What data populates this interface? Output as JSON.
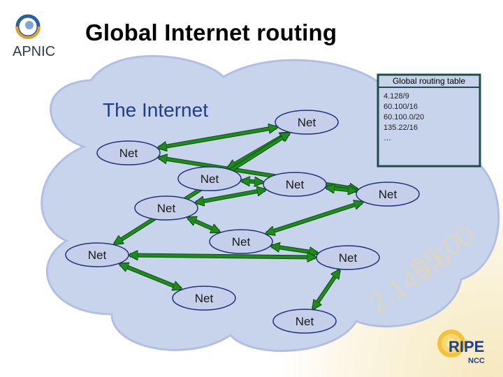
{
  "title": "Global Internet routing",
  "internet_label": "The Internet",
  "routing_table": {
    "title": "Global routing table",
    "entries": [
      "4.128/9",
      "60.100/16",
      "60.100.0/20",
      "135.22/16",
      "…"
    ]
  },
  "nets": [
    {
      "id": "n1",
      "label": "Net"
    },
    {
      "id": "n2",
      "label": "Net"
    },
    {
      "id": "n3",
      "label": "Net"
    },
    {
      "id": "n4",
      "label": "Net"
    },
    {
      "id": "n5",
      "label": "Net"
    },
    {
      "id": "n6",
      "label": "Net"
    },
    {
      "id": "n7",
      "label": "Net"
    },
    {
      "id": "n8",
      "label": "Net"
    },
    {
      "id": "n9",
      "label": "Net"
    },
    {
      "id": "n10",
      "label": "Net"
    },
    {
      "id": "n11",
      "label": "Net"
    }
  ],
  "links": [
    [
      "n2",
      "n1"
    ],
    [
      "n1",
      "n6"
    ],
    [
      "n2",
      "n3"
    ],
    [
      "n3",
      "n5"
    ],
    [
      "n2",
      "n8"
    ],
    [
      "n4",
      "n5"
    ],
    [
      "n4",
      "n7"
    ],
    [
      "n5",
      "n6"
    ],
    [
      "n6",
      "n7"
    ],
    [
      "n7",
      "n9"
    ],
    [
      "n8",
      "n10"
    ],
    [
      "n8",
      "n9"
    ],
    [
      "n9",
      "n11"
    ]
  ],
  "logos": {
    "apnic": "APNIC",
    "ripe": "RIPE",
    "ripe_sub": "NCC"
  },
  "colors": {
    "cloud": "#c8d3ec",
    "cloud_edge": "#b2bfe2",
    "node_fill": "#c5cfea",
    "node_stroke": "#22307a",
    "arrow": "#1f8a1f",
    "arrow_dark": "#0d4f0d",
    "table_border": "#1d4d4d",
    "internet_text": "#1f3d8c"
  }
}
